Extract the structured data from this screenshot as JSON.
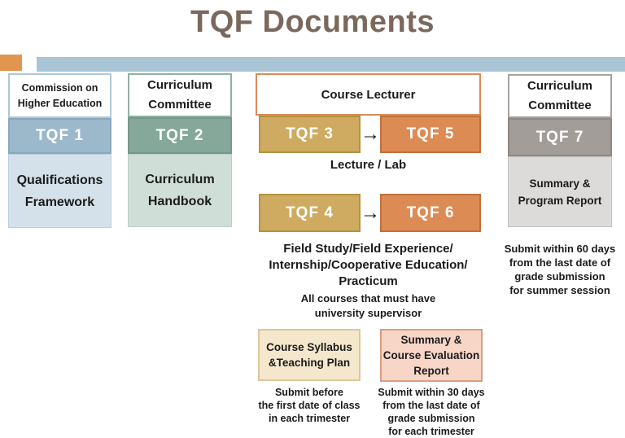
{
  "title": "TQF Documents",
  "palette": {
    "title_text": "#7b685c",
    "accent_orange": "#e2954e",
    "accent_bar_blue": "#a9c4d5",
    "tqf1_fill": "#9cb8cb",
    "tqf1_light": "#d4e1ea",
    "tqf2_fill": "#85a89b",
    "tqf2_light": "#cfdfd7",
    "plan_tan_fill": "#cfab61",
    "report_orange_fill": "#dc8b55",
    "tqf7_fill": "#a39d9a",
    "tqf7_light": "#dcdbd9",
    "syllabus_cream_fill": "#f5e7cb",
    "evaluation_pink_fill": "#f7d6c7"
  },
  "icons": {
    "arrow_right": "→"
  },
  "columns": {
    "tqf1": {
      "owner": "Commission on\nHigher Education",
      "tqf": "TQF 1",
      "document": "Qualifications\nFramework"
    },
    "tqf2": {
      "owner": "Curriculum\nCommittee",
      "tqf": "TQF 2",
      "document": "Curriculum\nHandbook"
    },
    "lecturer": {
      "owner": "Course Lecturer",
      "plan1": "TQF 3",
      "report1": "TQF 5",
      "caption1": "Lecture / Lab",
      "plan2": "TQF 4",
      "report2": "TQF 6",
      "caption2": "Field Study/Field Experience/\nInternship/Cooperative Education/\nPracticum",
      "caption2_note": "All courses that must have\nuniversity supervisor",
      "syllabus": {
        "label": "Course Syllabus\n&Teaching Plan",
        "note": "Submit before\nthe first date of class\nin each trimester"
      },
      "evaluation": {
        "label": "Summary &\nCourse Evaluation\nReport",
        "note": "Submit within 30 days\nfrom the last date of\ngrade submission\nfor each trimester"
      }
    },
    "tqf7": {
      "owner": "Curriculum\nCommittee",
      "tqf": "TQF 7",
      "document": "Summary &\nProgram Report",
      "note": "Submit within 60 days\nfrom the last date of\ngrade submission\nfor summer session"
    }
  }
}
